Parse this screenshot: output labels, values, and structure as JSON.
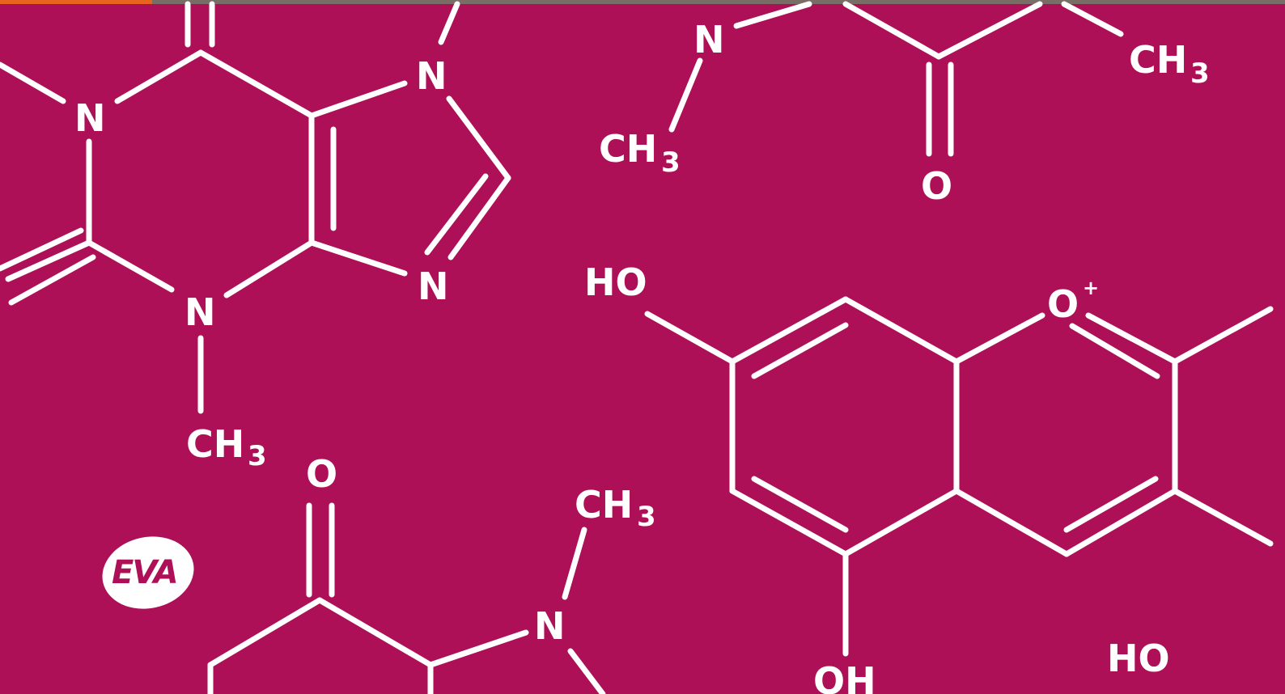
{
  "colors": {
    "background": "#ad1056",
    "foreground": "#ffffff",
    "accent": "#e8641e"
  },
  "logo": {
    "text": "EVA"
  },
  "atoms": {
    "N": "N",
    "O": "O",
    "CH": "CH",
    "three": "3",
    "HO": "HO",
    "OH": "OH",
    "plus": "+"
  }
}
